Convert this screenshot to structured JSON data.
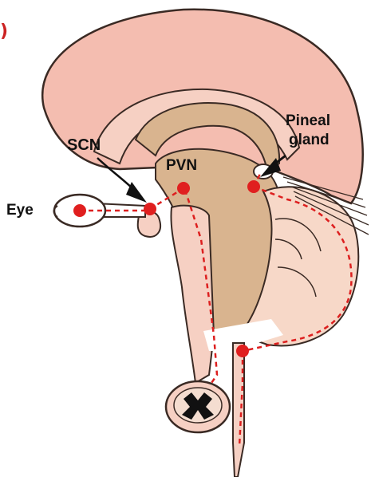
{
  "panel_marker": ")",
  "labels": {
    "scn": "SCN",
    "pvn": "PVN",
    "pineal_line1": "Pineal",
    "pineal_line2": "gland",
    "eye": "Eye"
  },
  "colors": {
    "cortex": "#f4bdb0",
    "cortex_stroke": "#3a2a24",
    "inner_pink": "#f6d0c3",
    "brown": "#d9b48f",
    "cerebellum": "#f7d8c8",
    "pathway": "#dd1f1f",
    "node": "#e01f1f",
    "white": "#ffffff"
  }
}
